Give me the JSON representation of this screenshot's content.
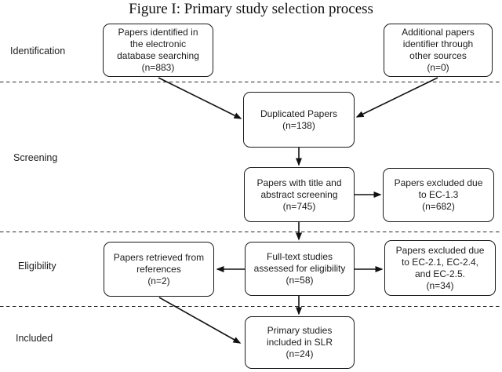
{
  "title": "Figure I: Primary study selection process",
  "stages": [
    {
      "label": "Identification"
    },
    {
      "label": "Screening"
    },
    {
      "label": "Eligibility"
    },
    {
      "label": "Included"
    }
  ],
  "boxes": {
    "identified": {
      "count": "n=883",
      "lines": [
        "Papers identified in",
        "the electronic",
        "database searching",
        "(n=883)"
      ]
    },
    "additional": {
      "count": "n=0",
      "lines": [
        "Additional papers",
        "identifier through",
        "other sources",
        "(n=0)"
      ]
    },
    "duplicated": {
      "count": "n=138",
      "lines": [
        "Duplicated Papers",
        "(n=138)"
      ]
    },
    "title_screening": {
      "count": "n=745",
      "lines": [
        "Papers with title and",
        "abstract screening",
        "(n=745)"
      ]
    },
    "excluded_ec13": {
      "count": "n=682",
      "lines": [
        "Papers excluded due",
        "to EC-1.3",
        "(n=682)"
      ]
    },
    "retrieved": {
      "count": "n=2",
      "lines": [
        "Papers retrieved from",
        "references",
        "(n=2)"
      ]
    },
    "fulltext": {
      "count": "n=58",
      "lines": [
        "Full-text studies",
        "assessed for eligibility",
        "(n=58)"
      ]
    },
    "excluded_ec2": {
      "count": "n=34",
      "lines": [
        "Papers excluded due",
        "to EC-2.1, EC-2.4,",
        "and EC-2.5.",
        "(n=34)"
      ]
    },
    "primary": {
      "count": "n=24",
      "lines": [
        "Primary studies",
        "included in SLR",
        "(n=24)"
      ]
    }
  },
  "colors": {
    "line": "#1b1b1b",
    "text": "#1c1c1c",
    "background": "#ffffff"
  }
}
